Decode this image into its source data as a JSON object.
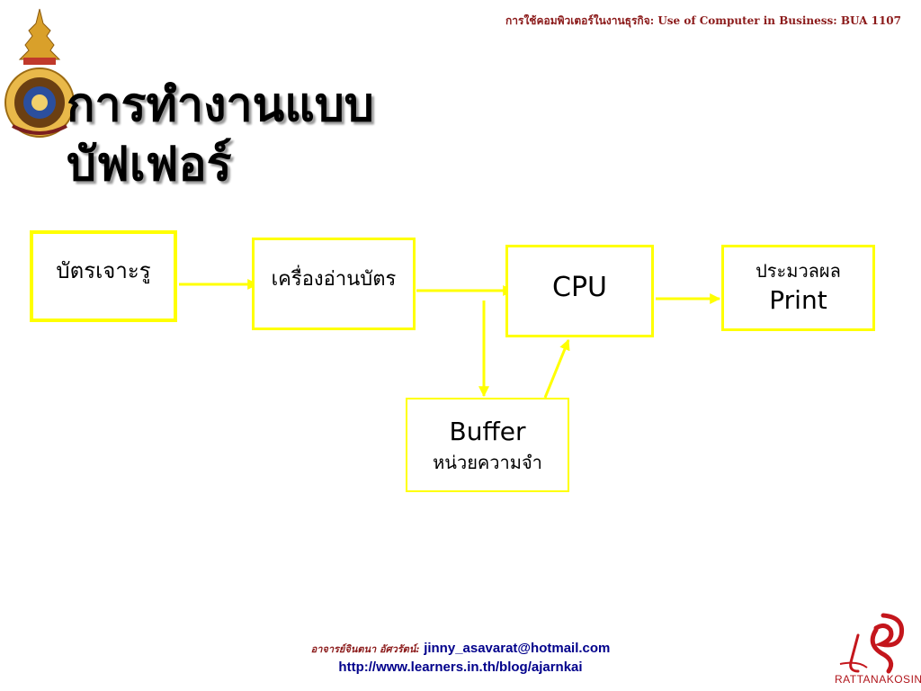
{
  "header": {
    "course_text": "การใช้คอมพิวเตอร์ในงานธุรกิจ: Use of Computer in Business: BUA 1107"
  },
  "title": {
    "line1": "การทำงานแบบ",
    "line2": "บัฟเฟอร์"
  },
  "diagram": {
    "card": {
      "label": "บัตรเจาะรู"
    },
    "reader": {
      "label": "เครื่องอ่านบัตร"
    },
    "cpu": {
      "label": "CPU"
    },
    "print": {
      "sub": "ประมวลผล",
      "main": "Print"
    },
    "buffer": {
      "main": "Buffer",
      "sub": "หน่วยความจำ"
    }
  },
  "footer": {
    "author_label": "อาจารย์จินตนา อัศวรัตน์:",
    "email": "jinny_asavarat@hotmail.com",
    "url": "http://www.learners.in.th/blog/ajarnkai"
  },
  "logo_bottom": {
    "text": "RATTANAKOSIN"
  },
  "colors": {
    "box_border": "#ffff00",
    "arrow": "#ffff00",
    "header_text": "#8b1a1a",
    "footer_link": "#00008b"
  }
}
